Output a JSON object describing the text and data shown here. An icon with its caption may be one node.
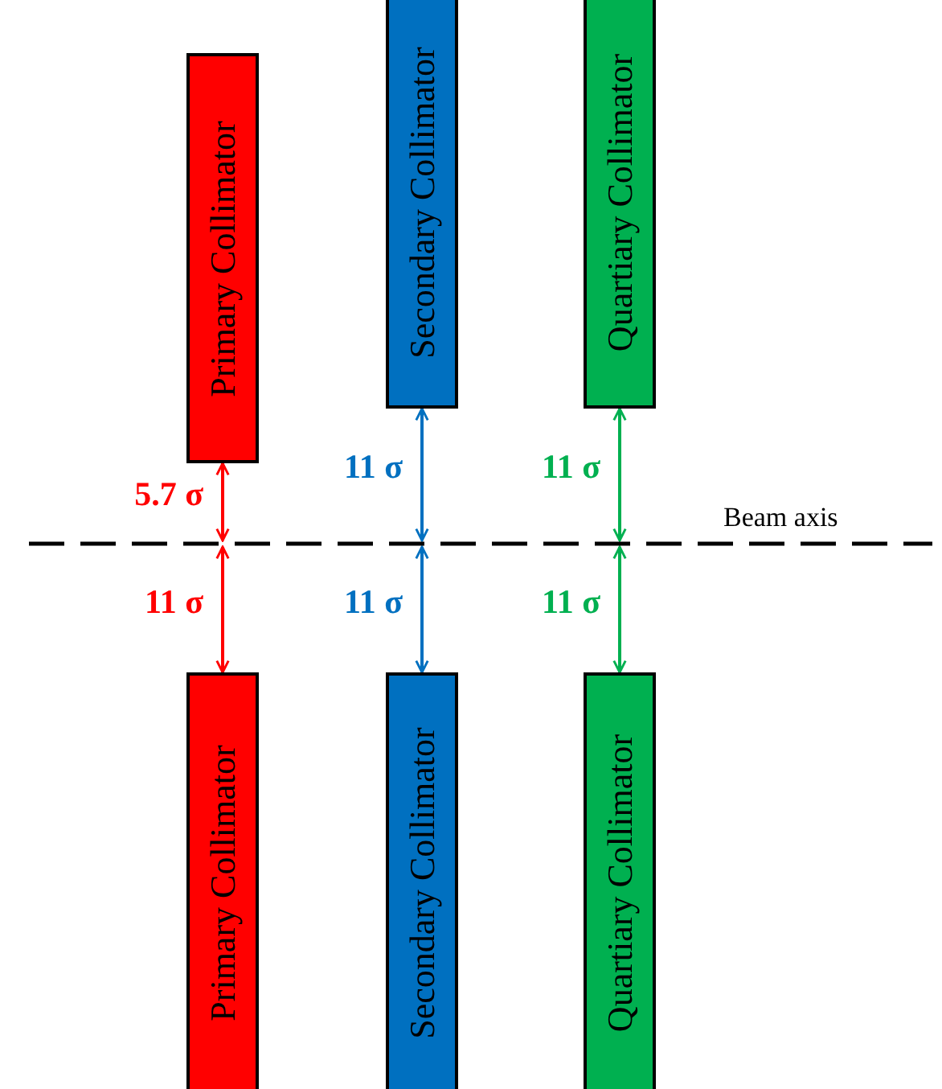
{
  "diagram": {
    "nodes": [
      {
        "text": [
          "Primary Collimator"
        ]
      },
      {
        "text": [
          "Secondary Collimator"
        ]
      },
      {
        "text": [
          "Quartiary Collimator"
        ]
      },
      {
        "text": [],
        "shape": "line",
        "beside": [
          "Beam axis"
        ]
      },
      {
        "text": [
          "Primary Collimator"
        ]
      },
      {
        "text": [
          "Secondary Collimator"
        ]
      },
      {
        "text": [
          "Quartiary Collimator"
        ]
      }
    ],
    "edges": [
      {
        "from": 0,
        "to": 3,
        "arrow": "both",
        "label": "5.7 σ",
        "color": "#ff0000"
      },
      {
        "from": 1,
        "to": 3,
        "arrow": "both",
        "label": "11 σ",
        "color": "#0070c0"
      },
      {
        "from": 2,
        "to": 3,
        "arrow": "both",
        "label": "11 σ",
        "color": "#00b050"
      },
      {
        "from": 3,
        "to": 4,
        "arrow": "both",
        "label": "11 σ",
        "color": "#ff0000"
      },
      {
        "from": 3,
        "to": 5,
        "arrow": "both",
        "label": "11 σ",
        "color": "#0070c0"
      },
      {
        "from": 3,
        "to": 6,
        "arrow": "both",
        "label": "11 σ",
        "color": "#00b050"
      }
    ]
  }
}
